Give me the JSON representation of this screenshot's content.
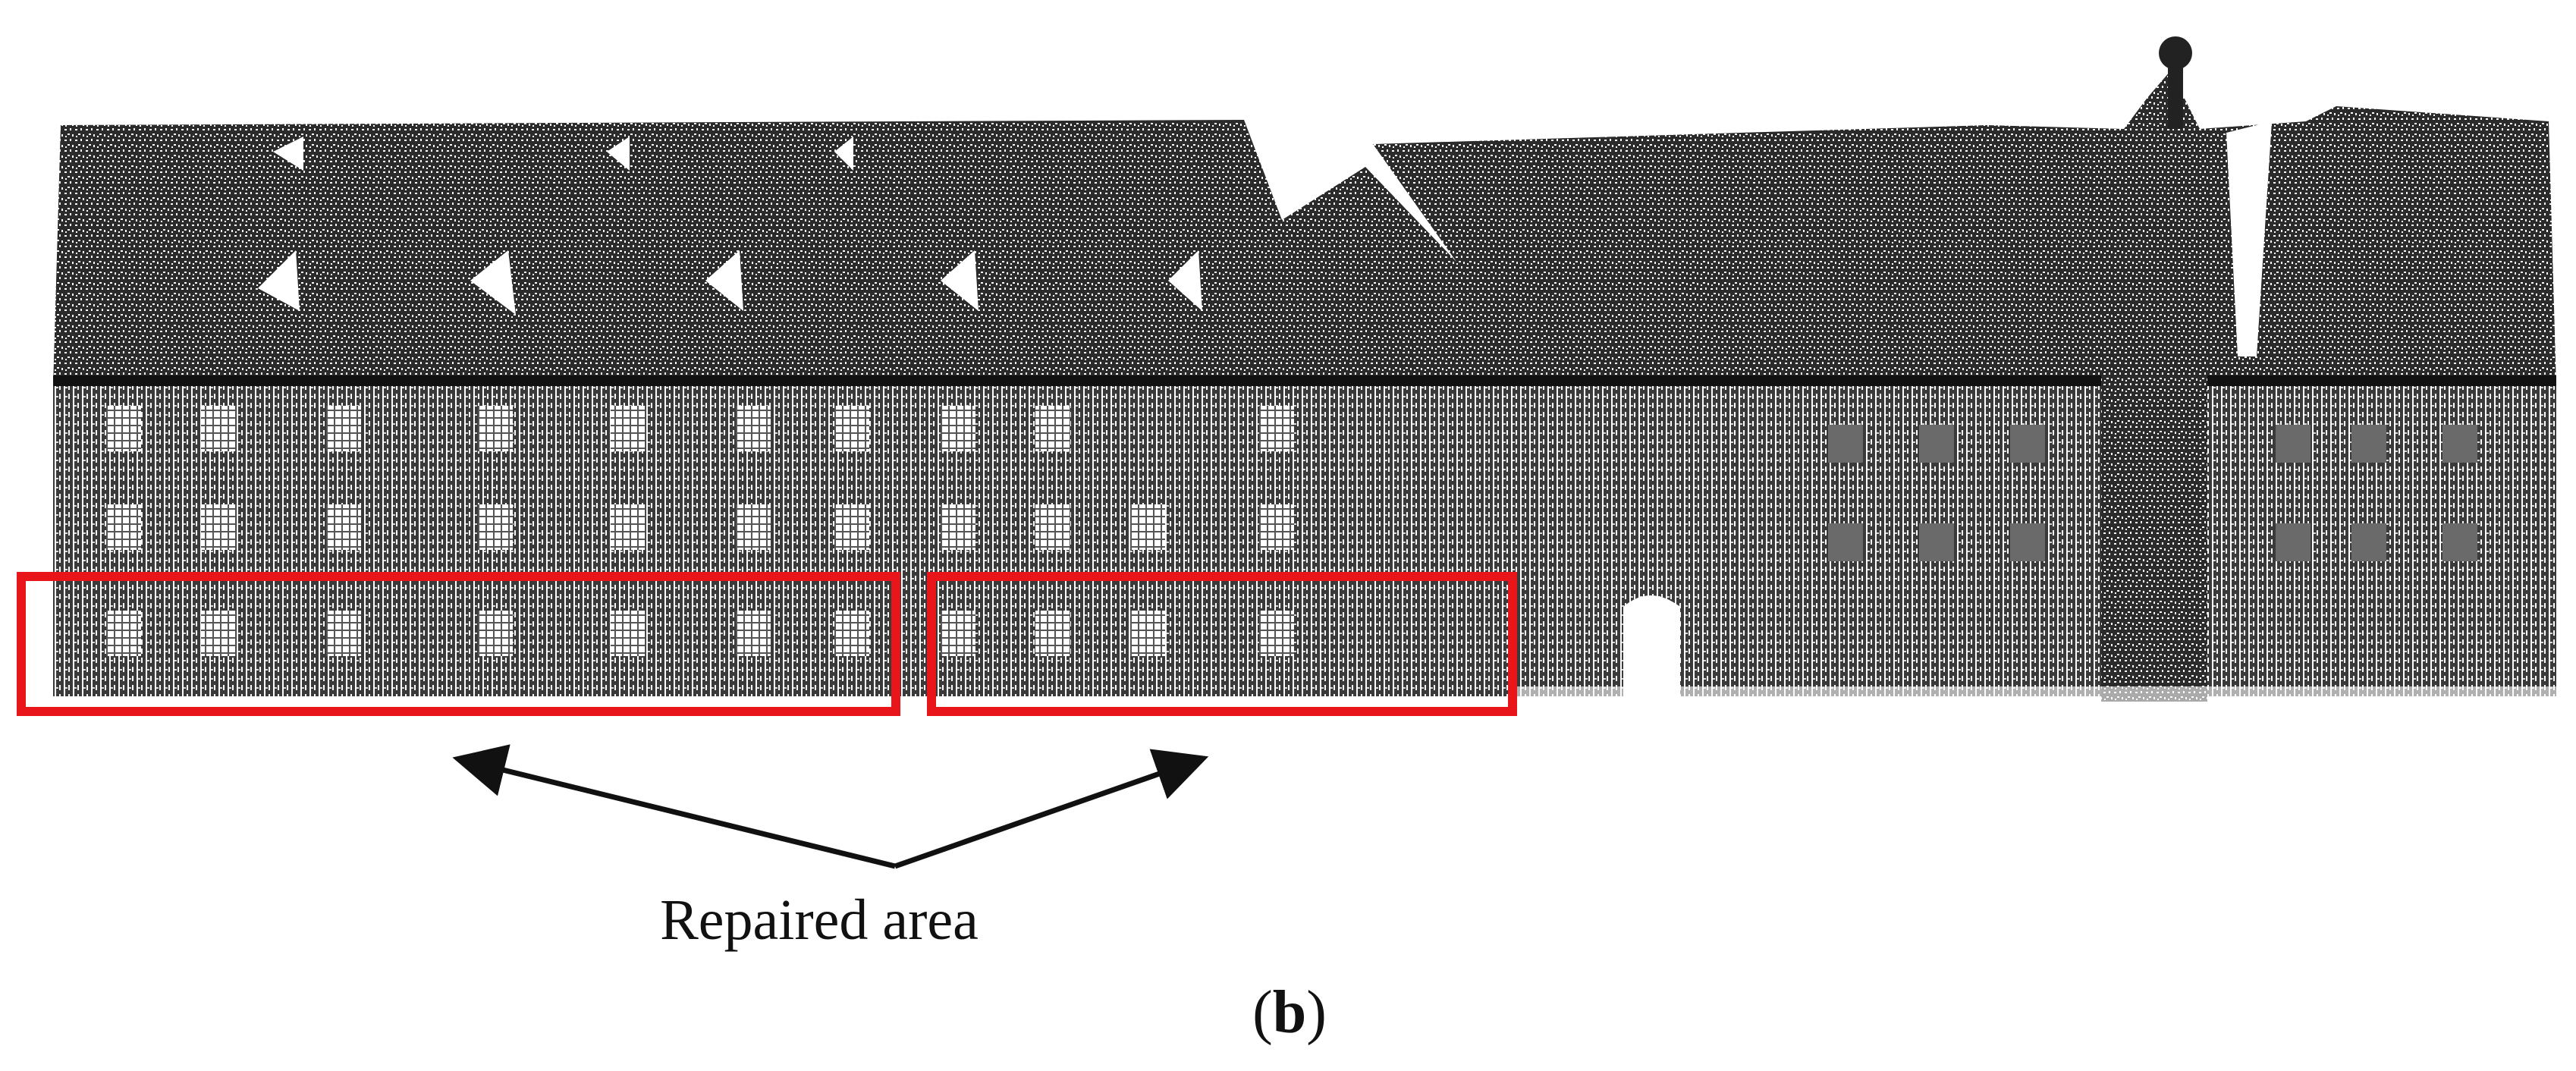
{
  "figure": {
    "subject": "point cloud of building facade",
    "colors": {
      "points": "#1a1a1a",
      "highlight_box": "#e8161b",
      "arrow": "#111111",
      "background": "#ffffff"
    },
    "annotation": {
      "label": "Repaired area",
      "box_count": 2
    },
    "panel": {
      "open": "(",
      "letter": "b",
      "close": ")"
    }
  }
}
